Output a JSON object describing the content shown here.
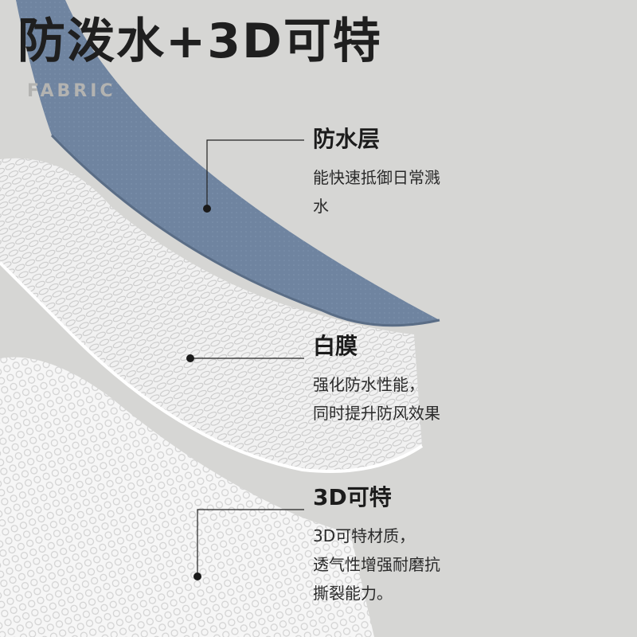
{
  "header": {
    "title": "防泼水+3D可特",
    "subtitle": "FABRIC"
  },
  "layers": [
    {
      "name": "防水层",
      "desc_line1": "能快速抵御日常溅",
      "desc_line2": "水"
    },
    {
      "name": "白膜",
      "desc_line1": "强化防水性能，",
      "desc_line2": "同时提升防风效果"
    },
    {
      "name": "3D可特",
      "desc_line1": "3D可特材质，",
      "desc_line2": "透气性增强耐磨抗",
      "desc_line3": "撕裂能力。"
    }
  ],
  "colors": {
    "background": "#d6d6d4",
    "waterproof_layer": "#6f84a0",
    "membrane": "#f4f4f4",
    "mesh": "#f7f7f7",
    "text": "#1c1c1c"
  }
}
